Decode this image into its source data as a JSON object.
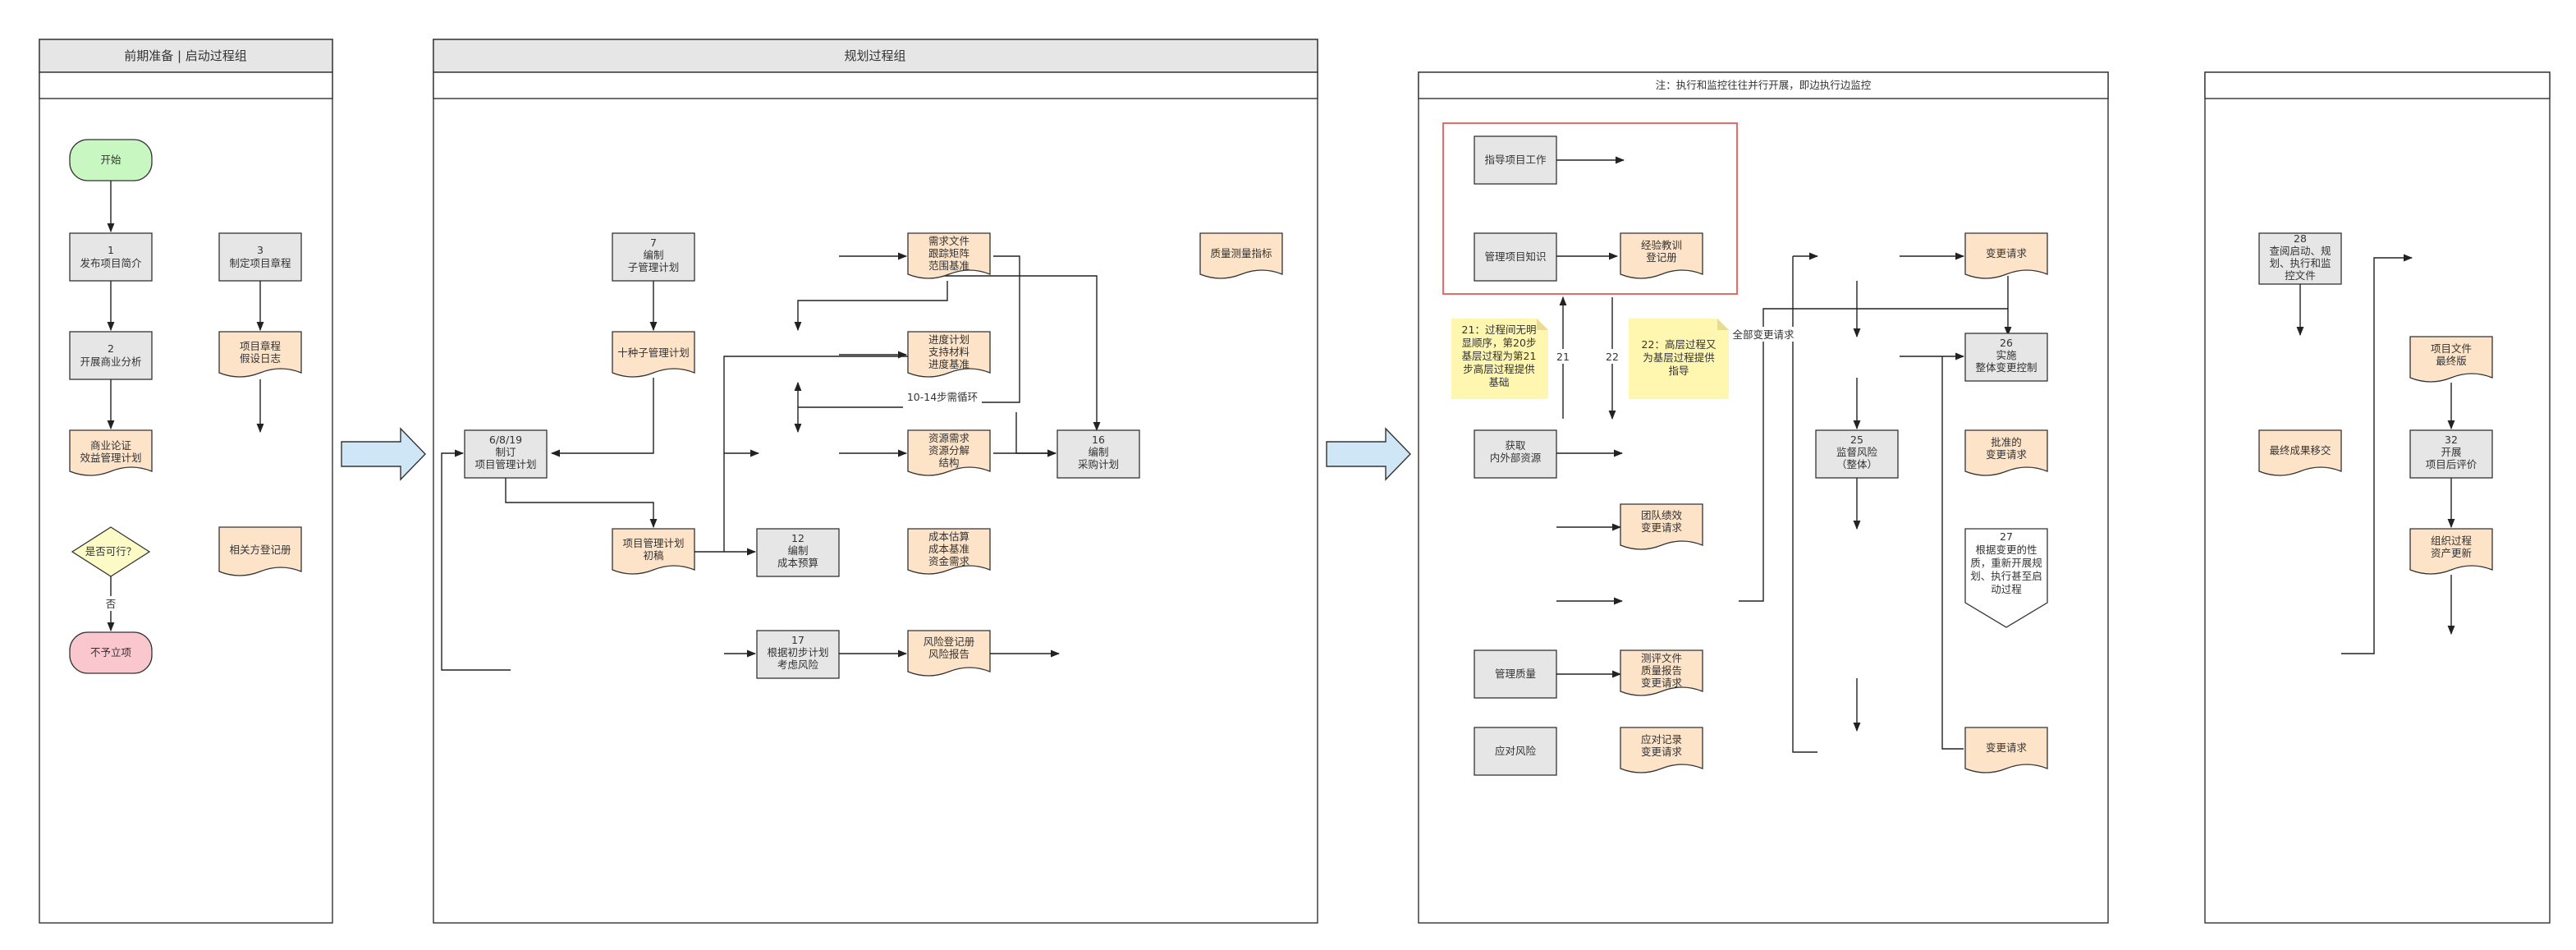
{
  "lanes": {
    "init_title": "前期准备 | 启动过程组",
    "plan_title": "规划过程组",
    "exec_note": "注：执行和监控往往并行开展，即边执行边监控",
    "close_title": ""
  },
  "colors": {
    "process_fill": "#e6e6e6",
    "document_fill": "#fde3c8",
    "start_fill": "#c9f7c2",
    "end_fill": "#f9c7cd",
    "decision_fill": "#fdfbc5",
    "note_fill": "#fff6b0",
    "highlight_border": "#e86a6a",
    "flow_arrow_fill": "#cfe6f7"
  },
  "init": {
    "start": "开始",
    "n1": [
      "1",
      "发布项目简介"
    ],
    "n2": [
      "2",
      "开展商业分析"
    ],
    "n3": [
      "3",
      "制定项目章程"
    ],
    "doc_business": [
      "商业论证",
      "效益管理计划"
    ],
    "doc_charter": [
      "项目章程",
      "假设日志"
    ],
    "decision": "是否可行？",
    "no_label": "否",
    "end": "不予立项",
    "doc_stakeholder": "相关方登记册"
  },
  "plan": {
    "n7": [
      "7",
      "编制",
      "子管理计划"
    ],
    "doc_ten": "十种子管理计划",
    "n6819": [
      "6/8/19",
      "制订",
      "项目管理计划"
    ],
    "doc_draft": [
      "项目管理计划",
      "初稿"
    ],
    "doc_req": [
      "需求文件",
      "跟踪矩阵",
      "范围基准"
    ],
    "doc_sched": [
      "进度计划",
      "支持材料",
      "进度基准"
    ],
    "loop_label": "10-14步需循环",
    "doc_res": [
      "资源需求",
      "资源分解",
      "结构"
    ],
    "doc_cost": [
      "成本估算",
      "成本基准",
      "资金需求"
    ],
    "doc_risk": [
      "风险登记册",
      "风险报告"
    ],
    "n12": [
      "12",
      "编制",
      "成本预算"
    ],
    "n16": [
      "16",
      "编制",
      "采购计划"
    ],
    "n17": [
      "17",
      "根据初步计划",
      "考虑风险"
    ],
    "doc_quality": "质量测量指标"
  },
  "exec": {
    "guide_work": "指导项目工作",
    "manage_knowledge": "管理项目知识",
    "doc_lessons": [
      "经验教训",
      "登记册"
    ],
    "note21": [
      "21：过程间无明",
      "显顺序，第20步",
      "基层过程为第21",
      "步高层过程提供",
      "基础"
    ],
    "note22": [
      "22：高层过程又",
      "为基层过程提供",
      "指导"
    ],
    "label21": "21",
    "label22": "22",
    "all_change": "全部变更请求",
    "acquire": [
      "获取",
      "内外部资源"
    ],
    "doc_team": [
      "团队绩效",
      "变更请求"
    ],
    "manage_quality": "管理质量",
    "doc_test": [
      "测评文件",
      "质量报告",
      "变更请求"
    ],
    "respond_risk": "应对风险",
    "doc_respond": [
      "应对记录",
      "变更请求"
    ],
    "n25": [
      "25",
      "监督风险",
      "（整体）"
    ],
    "doc_change1": "变更请求",
    "n26": [
      "26",
      "实施",
      "整体变更控制"
    ],
    "doc_approved": [
      "批准的",
      "变更请求"
    ],
    "n27": [
      "27",
      "根据变更的性",
      "质，重新开展规",
      "划、执行甚至启",
      "动过程"
    ],
    "doc_change2": "变更请求"
  },
  "close": {
    "n28": [
      "28",
      "查阅启动、规",
      "划、执行和监",
      "控文件"
    ],
    "doc_final_files": [
      "项目文件",
      "最终版"
    ],
    "doc_handover": "最终成果移交",
    "n32": [
      "32",
      "开展",
      "项目后评价"
    ],
    "doc_opa": [
      "组织过程",
      "资产更新"
    ]
  }
}
